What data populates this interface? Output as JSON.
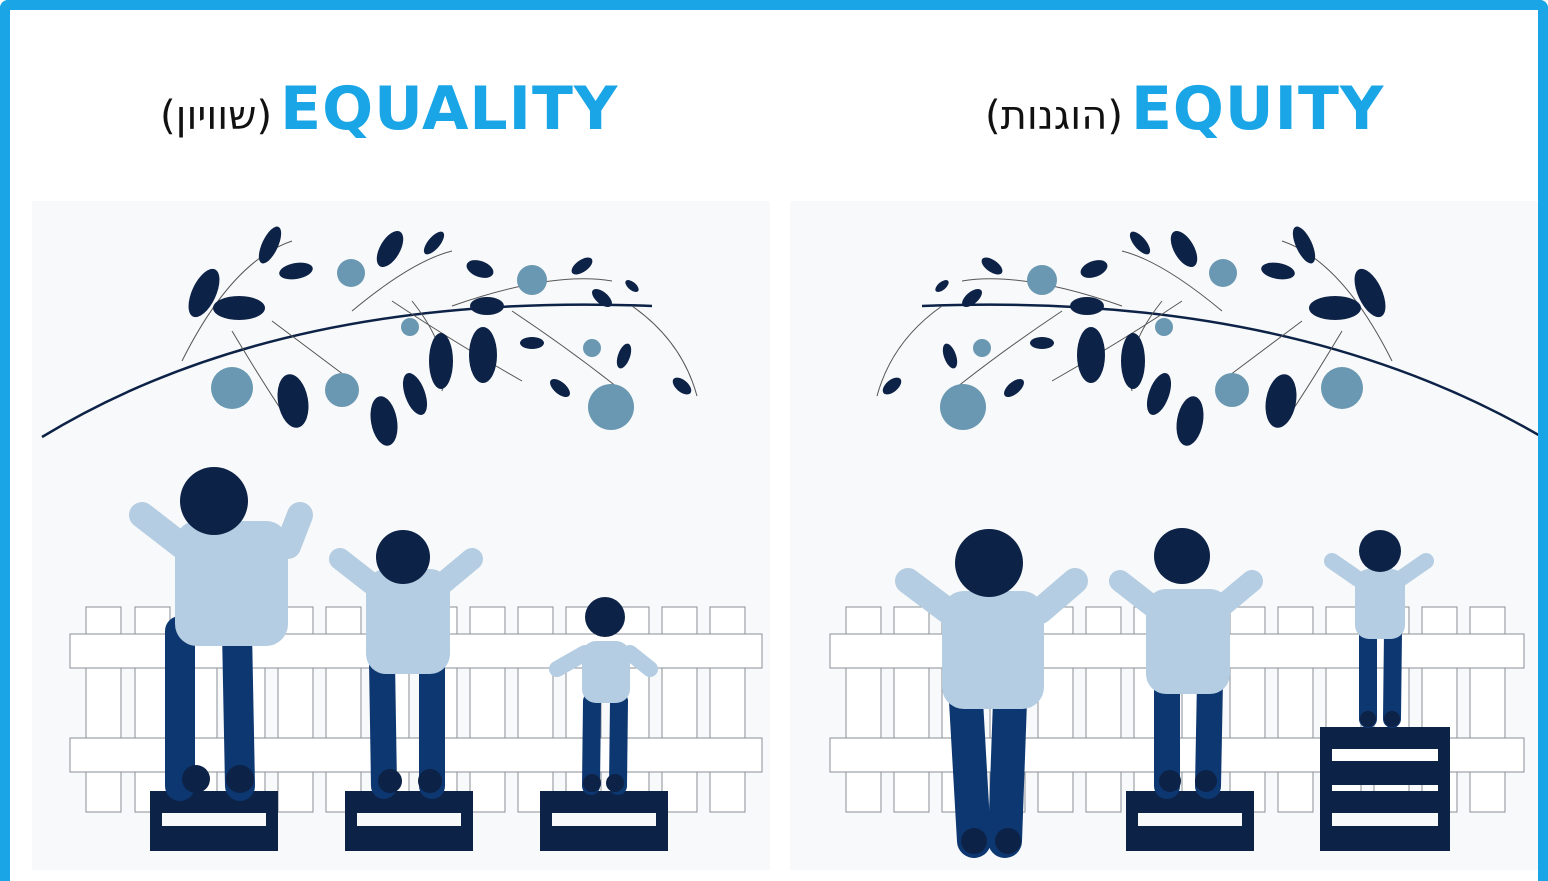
{
  "equality": {
    "title": "EQUALITY",
    "subtitle": "(שוויון)"
  },
  "equity": {
    "title": "EQUITY",
    "subtitle": "(הוגנות)"
  },
  "colors": {
    "accent": "#1aa6e6",
    "navy": "#0d2247",
    "shirt": "#b4cde2",
    "pants": "#0d3770",
    "fruit": "#6a98b2"
  }
}
